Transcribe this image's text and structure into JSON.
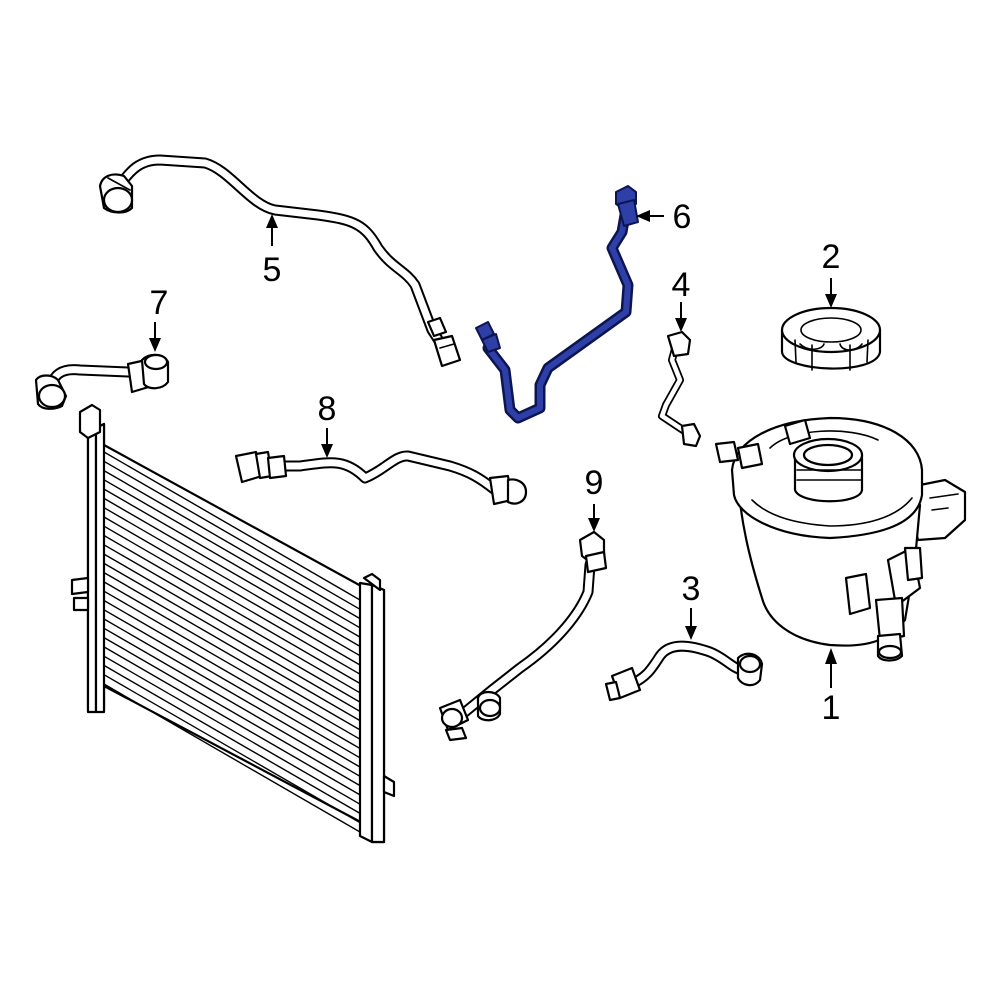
{
  "callouts": {
    "c1": "1",
    "c2": "2",
    "c3": "3",
    "c4": "4",
    "c5": "5",
    "c6": "6",
    "c7": "7",
    "c8": "8",
    "c9": "9"
  },
  "colors": {
    "highlight": "#2e3fa8",
    "line": "#000000",
    "background": "#ffffff"
  }
}
